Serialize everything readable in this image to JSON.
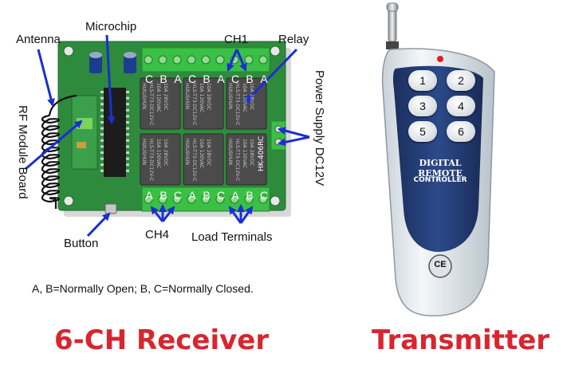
{
  "colors": {
    "arrow": "#1a2fd0",
    "title": "#d7262e",
    "board": "#2e8a3c",
    "relay": "#4b4b4b",
    "terminal": "#39c045",
    "remote_body": "#e9eef1",
    "remote_face": "#25407a",
    "remote_text": "#ffffff"
  },
  "labels": {
    "antenna": "Antenna",
    "microchip": "Microchip",
    "ch1": "CH1",
    "relay": "Relay",
    "rf_module": "RF Module Board",
    "power_supply": "Power Supply DC12V",
    "button": "Button",
    "ch4": "CH4",
    "load_terminals": "Load Terminals"
  },
  "terminal_letters_top": [
    "C",
    "B",
    "A",
    "C",
    "B",
    "A",
    "C",
    "B",
    "A"
  ],
  "terminal_letters_bottom": [
    "A",
    "B",
    "C",
    "A",
    "B",
    "C",
    "A",
    "B",
    "C"
  ],
  "relay_text": [
    "HUILISHUN",
    "HLS-T73-DC12V-C",
    "10A 120VAC",
    "10A 28VDC"
  ],
  "board_marking": "HK-406RC",
  "note": "A, B=Normally Open; B, C=Normally Closed.",
  "titles": {
    "receiver": "6-CH Receiver",
    "transmitter": "Transmitter"
  },
  "remote": {
    "buttons": [
      "1",
      "2",
      "3",
      "4",
      "5",
      "6"
    ],
    "brand_line1": "DIGITAL REMOTE",
    "brand_line2": "CONTROLLER",
    "cert_mark": "CE"
  }
}
